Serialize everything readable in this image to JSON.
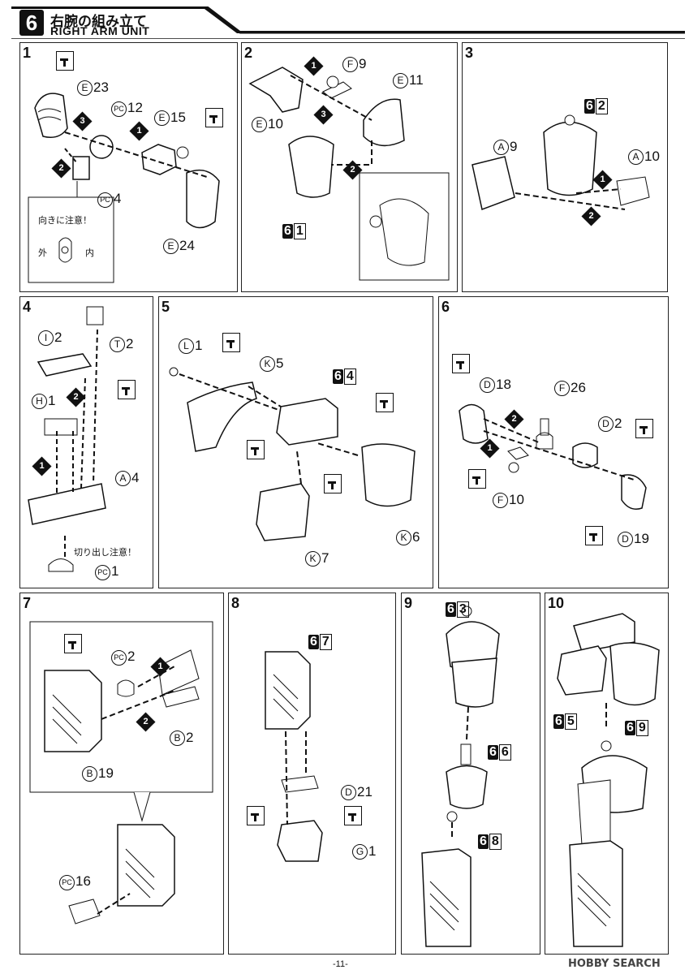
{
  "header": {
    "section_number": "6",
    "title_jp": "右腕の組み立て",
    "title_en": "RIGHT ARM UNIT"
  },
  "panels": {
    "p1": {
      "number": "1",
      "parts": {
        "e23": "23",
        "pc12": "12",
        "e15": "15",
        "pc4": "4",
        "e24": "24"
      },
      "note": "向きに注意！",
      "outer": "外",
      "inner": "内"
    },
    "p2": {
      "number": "2",
      "parts": {
        "f9": "9",
        "e11": "11",
        "e10": "10"
      },
      "sub": "1"
    },
    "p3": {
      "number": "3",
      "parts": {
        "a9": "9",
        "a10": "10"
      },
      "sub": "2"
    },
    "p4": {
      "number": "4",
      "parts": {
        "i2": "2",
        "t2": "2",
        "h1": "1",
        "a4": "4",
        "pc1": "1"
      },
      "note": "切り出し注意！"
    },
    "p5": {
      "number": "5",
      "parts": {
        "l1": "1",
        "k5": "5",
        "k6": "6",
        "k7": "7"
      },
      "sub": "4"
    },
    "p6": {
      "number": "6",
      "parts": {
        "d18": "18",
        "f26": "26",
        "d2": "2",
        "f10": "10",
        "d19": "19"
      }
    },
    "p7": {
      "number": "7",
      "parts": {
        "pc2": "2",
        "b2": "2",
        "b19": "19",
        "pc16": "16"
      }
    },
    "p8": {
      "number": "8",
      "parts": {
        "d21": "21",
        "g1": "1"
      },
      "sub": "7"
    },
    "p9": {
      "number": "9",
      "subs": [
        "3",
        "6",
        "8"
      ]
    },
    "p10": {
      "number": "10",
      "subs": [
        "5",
        "9"
      ]
    }
  },
  "step_marks": {
    "one": "1",
    "two": "2",
    "three": "3"
  },
  "letters": {
    "E": "E",
    "F": "F",
    "A": "A",
    "I": "I",
    "T": "T",
    "H": "H",
    "L": "L",
    "K": "K",
    "D": "D",
    "B": "B",
    "G": "G",
    "PC": "PC"
  },
  "sub_prefix": "6",
  "footer": {
    "page": "-11-",
    "watermark": "HOBBY SEARCH"
  }
}
